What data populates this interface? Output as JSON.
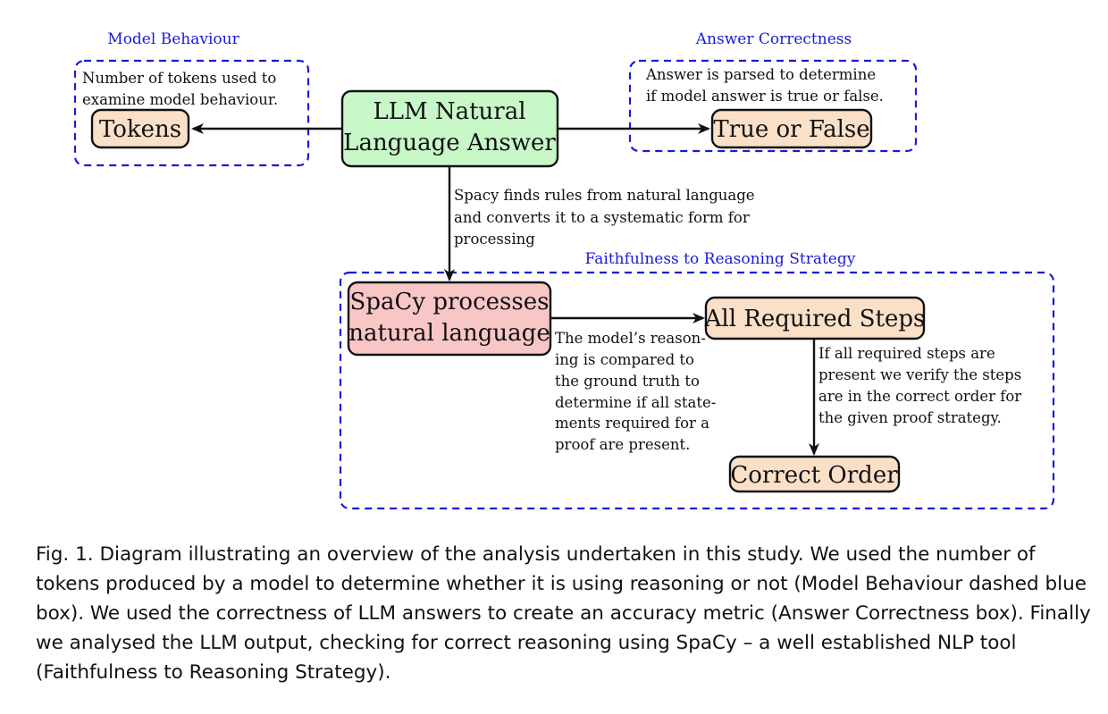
{
  "regions": {
    "model_behaviour": {
      "label": "Model Behaviour",
      "note": [
        "Number of tokens used to",
        "examine model behaviour."
      ]
    },
    "answer_correctness": {
      "label": "Answer Correctness",
      "note": [
        "Answer is parsed to determine",
        "if model answer is true or false."
      ]
    },
    "faithfulness": {
      "label": "Faithfulness to Reasoning Strategy"
    }
  },
  "nodes": {
    "llm_answer": {
      "lines": [
        "LLM Natural",
        "Language Answer"
      ],
      "fill": "#c8f7c8"
    },
    "tokens": {
      "lines": [
        "Tokens"
      ],
      "fill": "#fbe0c8"
    },
    "true_false": {
      "lines": [
        "True or False"
      ],
      "fill": "#fbe0c8"
    },
    "spacy": {
      "lines": [
        "SpaCy processes",
        "natural language"
      ],
      "fill": "#f9c6c6"
    },
    "required_steps": {
      "lines": [
        "All Required Steps"
      ],
      "fill": "#fbe0c8"
    },
    "correct_order": {
      "lines": [
        "Correct Order"
      ],
      "fill": "#fbe0c8"
    }
  },
  "edge_labels": {
    "spacy_edge": [
      "Spacy finds rules from natural language",
      "and converts it to a systematic form for",
      "processing"
    ],
    "compare_edge": [
      "The model’s reason-",
      "ing is compared to",
      "the ground truth to",
      "determine if all state-",
      "ments required for a",
      "proof are present."
    ],
    "order_edge": [
      "If all required steps are",
      "present we verify the steps",
      "are in the correct order for",
      "the given proof strategy."
    ]
  },
  "colors": {
    "region_border": "#1a1ad6",
    "edge": "#111111"
  },
  "caption": "Fig. 1.  Diagram illustrating an overview of the analysis undertaken in this study. We used the number of tokens produced by a model to determine whether it is using reasoning or not (Model Behaviour dashed blue box). We used the correctness of LLM answers to create an accuracy metric (Answer Correctness box). Finally we analysed the LLM output, checking for correct reasoning using SpaCy – a well established NLP tool (Faithfulness to Reasoning Strategy)."
}
